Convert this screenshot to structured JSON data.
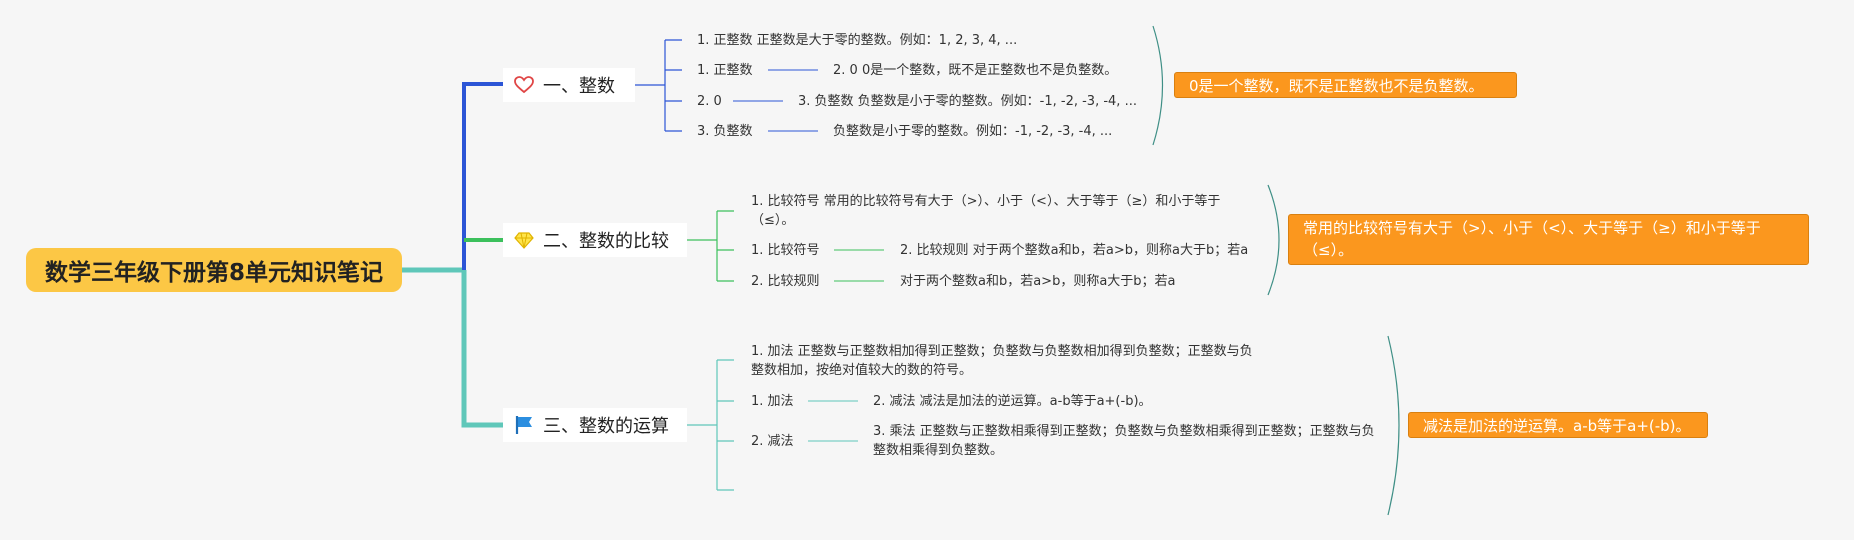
{
  "root": {
    "title": "数学三年级下册第8单元知识笔记"
  },
  "colors": {
    "root": "#fcc745",
    "summary": "#fb971e",
    "branch1": "#2c55d6",
    "branch2": "#3cc05c",
    "branch3": "#5fc7b9",
    "summaryBracket": "#3f8f86"
  },
  "branches": [
    {
      "title": "一、整数",
      "icon": "heart-icon",
      "leaves": [
        "1. 正整数 正整数是大于零的整数。例如：1, 2, 3, 4, ...",
        "1. 正整数",
        "2. 0",
        "3. 负整数"
      ],
      "details": [
        "2. 0 0是一个整数，既不是正整数也不是负整数。",
        "3. 负整数 负整数是小于零的整数。例如：-1, -2, -3, -4, ...",
        "负整数是小于零的整数。例如：-1, -2, -3, -4, ..."
      ],
      "summary": "0是一个整数，既不是正整数也不是负整数。"
    },
    {
      "title": "二、整数的比较",
      "icon": "diamond-icon",
      "leaves": [
        "1. 比较符号 常用的比较符号有大于（>）、小于（<）、大于等于（≥）和小于等于（≤）。",
        "1. 比较符号",
        "2. 比较规则"
      ],
      "details": [
        "2. 比较规则 对于两个整数a和b，若a>b，则称a大于b；若a",
        "对于两个整数a和b，若a>b，则称a大于b；若a"
      ],
      "summary": "常用的比较符号有大于（>）、小于（<）、大于等于（≥）和小于等于（≤）。"
    },
    {
      "title": "三、整数的运算",
      "icon": "flag-icon",
      "leaves": [
        "1. 加法 正整数与正整数相加得到正整数；负整数与负整数相加得到负整数；正整数与负整数相加，按绝对值较大的数的符号。",
        "1. 加法",
        "2. 减法"
      ],
      "details": [
        "2. 减法 减法是加法的逆运算。a-b等于a+(-b)。",
        "3. 乘法 正整数与正整数相乘得到正整数；负整数与负整数相乘得到正整数；正整数与负整数相乘得到负整数。"
      ],
      "summary": "减法是加法的逆运算。a-b等于a+(-b)。"
    }
  ]
}
